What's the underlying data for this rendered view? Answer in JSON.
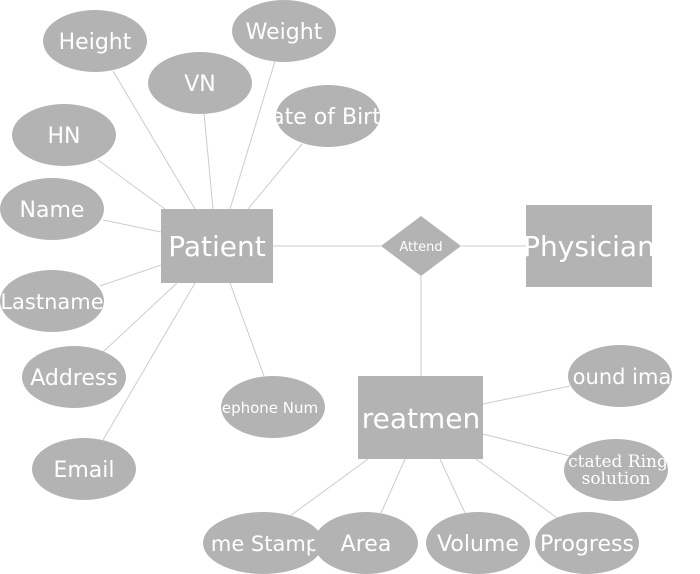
{
  "diagram": {
    "type": "er-diagram",
    "colors": {
      "shape_fill": "#b3b3b3",
      "text": "#ffffff",
      "connector": "#cccccc",
      "background": "#ffffff"
    },
    "entities": [
      {
        "id": "patient",
        "label": "Patient"
      },
      {
        "id": "physician",
        "label": "Physician"
      },
      {
        "id": "treatment",
        "label": "Treatment"
      }
    ],
    "relationships": [
      {
        "id": "attend",
        "label": "Attend",
        "connects": [
          "patient",
          "physician",
          "treatment"
        ]
      }
    ],
    "attributes": [
      {
        "id": "height",
        "label": "Height",
        "entity": "patient"
      },
      {
        "id": "weight",
        "label": "Weight",
        "entity": "patient"
      },
      {
        "id": "vn",
        "label": "VN",
        "entity": "patient"
      },
      {
        "id": "dob",
        "label": "Date of Birth",
        "visible_text": "ate of Birt",
        "entity": "patient"
      },
      {
        "id": "hn",
        "label": "HN",
        "entity": "patient"
      },
      {
        "id": "name",
        "label": "Name",
        "entity": "patient"
      },
      {
        "id": "lastname",
        "label": "Lastname",
        "entity": "patient"
      },
      {
        "id": "address",
        "label": "Address",
        "entity": "patient"
      },
      {
        "id": "email",
        "label": "Email",
        "entity": "patient"
      },
      {
        "id": "phone",
        "label": "Telephone Number",
        "visible_text": "ephone Num",
        "entity": "patient"
      },
      {
        "id": "wound-image",
        "label": "Wound image",
        "visible_text": "ound ima",
        "entity": "treatment"
      },
      {
        "id": "lactated",
        "label": "Lactated Ringer solution",
        "visible_text": "ctated Ring solution",
        "lines": [
          "ctated Ring",
          "solution"
        ],
        "entity": "treatment"
      },
      {
        "id": "timestamp",
        "label": "Time Stamp",
        "visible_text": "me Stamp",
        "entity": "treatment"
      },
      {
        "id": "area",
        "label": "Area",
        "entity": "treatment"
      },
      {
        "id": "volume",
        "label": "Volume",
        "entity": "treatment"
      },
      {
        "id": "progress",
        "label": "Progress",
        "entity": "treatment"
      }
    ],
    "visible_labels": {
      "patient": "Patient",
      "physician": "Physician",
      "treatment": "reatmen",
      "attend": "Attend",
      "height": "Height",
      "weight": "Weight",
      "vn": "VN",
      "dob": "ate of Birt",
      "hn": "HN",
      "name": "Name",
      "lastname": "Lastname",
      "address": "Address",
      "email": "Email",
      "phone": "ephone Num",
      "wound-image": "ound ima",
      "lactated_line1": "ctated Ring",
      "lactated_line2": "solution",
      "timestamp": "me Stamp",
      "area": "Area",
      "volume": "Volume",
      "progress": "Progress"
    }
  }
}
